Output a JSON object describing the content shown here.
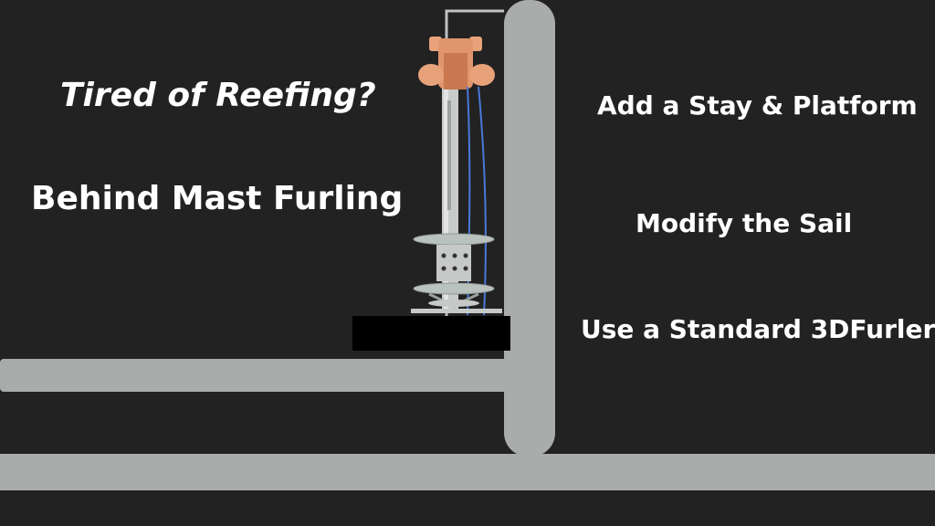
{
  "slide": {
    "headline": "Tired of Reefing?",
    "subheading": "Behind Mast Furling",
    "options": [
      "Add a Stay & Platform",
      "Modify the Sail",
      "Use a Standard 3DFurler"
    ]
  },
  "colors": {
    "background": "#222222",
    "structure": "#a9acab",
    "text": "#ffffff",
    "bracket": "#e8a27a",
    "cable": "#4a78d8",
    "redaction": "#000000"
  }
}
